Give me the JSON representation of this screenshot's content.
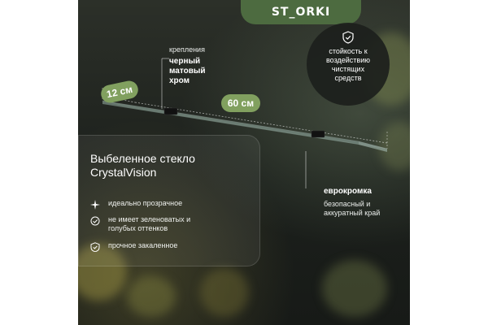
{
  "brand": {
    "logo_text": "ST_ORKI"
  },
  "dimensions": {
    "depth": "12 см",
    "length": "60 см"
  },
  "mounts": {
    "caption": "крепления",
    "finish": "черный матовый хром"
  },
  "badge": {
    "text": "стойкость к воздействию чистящих средств",
    "icon": "shield-check-icon"
  },
  "edge": {
    "title": "еврокромка",
    "desc": "безопасный и аккуратный край"
  },
  "panel": {
    "title_line1": "Выбеленное стекло",
    "title_line2": "CrystalVision",
    "features": [
      {
        "icon": "sparkle-icon",
        "text": "идеально прозрачное"
      },
      {
        "icon": "check-circle-icon",
        "text": "не имеет зеленоватых и голубых оттенков"
      },
      {
        "icon": "shield-check-icon",
        "text": "прочное закаленное"
      }
    ]
  },
  "colors": {
    "accent_green": "#81a05f",
    "logo_green": "#4d6b40",
    "background_dark": "#1c201c"
  }
}
